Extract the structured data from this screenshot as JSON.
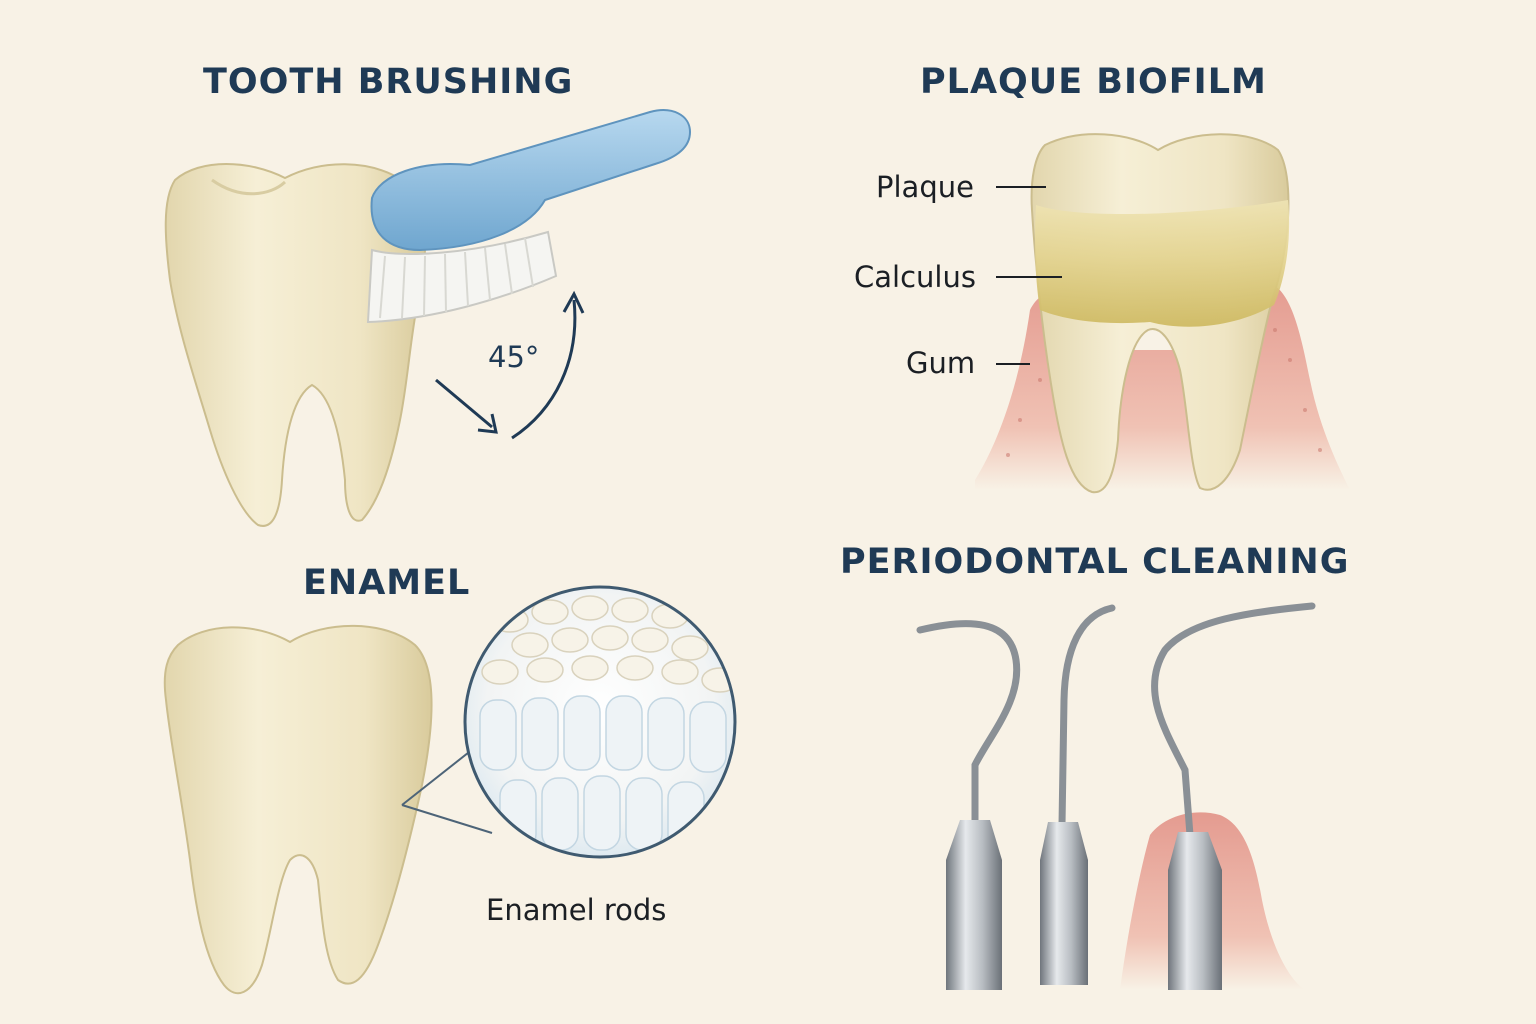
{
  "panels": {
    "brushing": {
      "title": "TOOTH BRUSHING",
      "angle_label": "45°"
    },
    "plaque": {
      "title": "PLAQUE BIOFILM",
      "labels": [
        "Plaque",
        "Calculus",
        "Gum"
      ]
    },
    "enamel": {
      "title": "ENAMEL",
      "magnified_label": "Enamel rods"
    },
    "periodontal": {
      "title": "PERIODONTAL CLEANING"
    }
  },
  "colors": {
    "background": "#f8f2e6",
    "heading": "#1f3a55",
    "tooth": "#efe6c8",
    "plaque": "#d8c470",
    "gum": "#e8a49a",
    "toothbrush": "#8fbfe0",
    "instrument": "#9a9fa5"
  }
}
